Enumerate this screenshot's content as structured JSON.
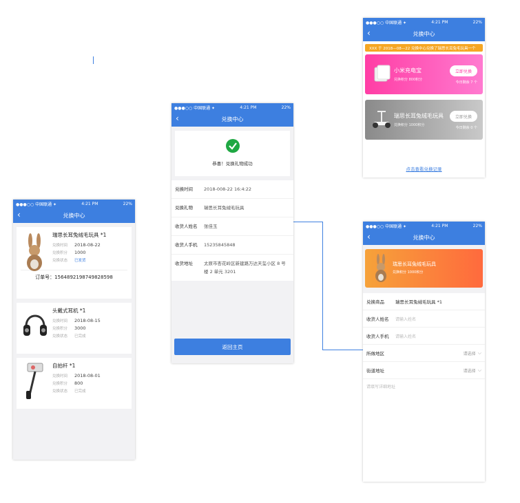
{
  "status": {
    "carrier": "●●●○○ 中国联通 ✦",
    "time": "4:21 PM",
    "battery": "22%"
  },
  "nav_title": "兑换中心",
  "orders": {
    "items": [
      {
        "title": "瑞思长耳兔绒毛玩具 *1",
        "time_label": "兑换时间",
        "time": "2018-08-22",
        "points_label": "兑换积分",
        "points": "1000",
        "status_label": "兑换状态",
        "status": "已发货",
        "order_no": "订单号：1564892198749828598"
      },
      {
        "title": "头戴式耳机 *1",
        "time_label": "兑换时间",
        "time": "2018-08-15",
        "points_label": "兑换积分",
        "points": "3000",
        "status_label": "兑换状态",
        "status": "已完成"
      },
      {
        "title": "自拍杆 *1",
        "time_label": "兑换时间",
        "time": "2018-08-01",
        "points_label": "兑换积分",
        "points": "800",
        "status_label": "兑换状态",
        "status": "已完成"
      }
    ]
  },
  "success": {
    "message": "恭喜！兑换礼物成功",
    "rows": [
      {
        "label": "兑换时间",
        "value": "2018-008-22 16:4:22"
      },
      {
        "label": "兑换礼物",
        "value": "瑞思长耳兔绒毛玩具"
      },
      {
        "label": "收货人姓名",
        "value": "张佳玉"
      },
      {
        "label": "收货人手机",
        "value": "15235845848"
      },
      {
        "label": "收货地址",
        "value": "太原市杏花岭区新建路万达天玺小区 8 号楼 2 单元  3201"
      }
    ],
    "home_button": "返回主页"
  },
  "center": {
    "notice": "XXX 于 2018—08—22 兑换中心兑换了瑞思长耳兔毛玩具一个",
    "products": [
      {
        "name": "小米充电宝",
        "points": "兑换积分 800积分",
        "button": "立即兑换",
        "left": "今日剩余 7 个",
        "gradient_from": "#ff3ea5",
        "gradient_to": "#ff7ad0"
      },
      {
        "name": "瑞思长耳兔绒毛玩具",
        "points": "兑换积分 1000积分",
        "button": "立即兑换",
        "left": "今日剩余 0 个",
        "gradient_from": "#8a8a8a",
        "gradient_to": "#c9c9c9"
      }
    ],
    "view_records": "点击查看兑换记录"
  },
  "form": {
    "product_name": "瑞思长耳兔绒毛玩具",
    "product_points": "兑换积分 1000积分",
    "rows": {
      "product": {
        "label": "兑换商品",
        "value": "瑞思长耳兔绒毛玩具 *1"
      },
      "name": {
        "label": "收货人姓名",
        "placeholder": "请输入姓名"
      },
      "phone": {
        "label": "收货人手机",
        "placeholder": "请输入姓名"
      },
      "region": {
        "label": "所做地区",
        "select": "请选择"
      },
      "street": {
        "label": "街道地址",
        "select": "请选择"
      }
    },
    "address_placeholder": "请填写详细地址"
  },
  "colors": {
    "primary": "#3d7fe0",
    "success": "#1fa843",
    "notice": "#f5a623"
  }
}
